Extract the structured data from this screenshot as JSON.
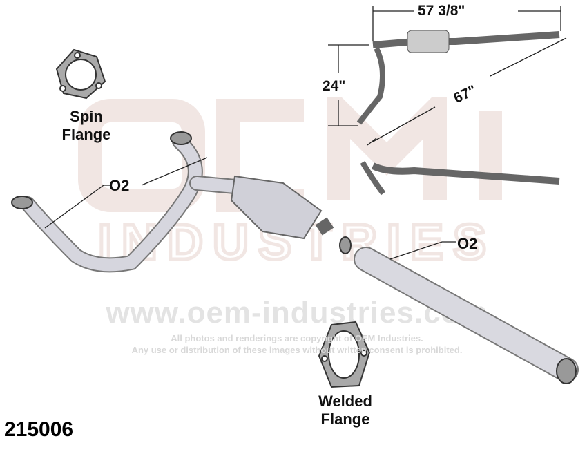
{
  "watermark": {
    "logo_text": "OEM INDUSTRIES",
    "url": "www.oem-industries.com",
    "copyright_line1": "All photos and renderings are copyright of OEM Industries.",
    "copyright_line2": "Any use or distribution of these images without written consent is prohibited."
  },
  "labels": {
    "spin_flange_1": "Spin",
    "spin_flange_2": "Flange",
    "welded_flange_1": "Welded",
    "welded_flange_2": "Flange",
    "o2_left": "O2",
    "o2_right": "O2"
  },
  "dimensions": {
    "length": "57 3/8\"",
    "height": "24\"",
    "diagonal": "67\""
  },
  "part_number": "215006"
}
